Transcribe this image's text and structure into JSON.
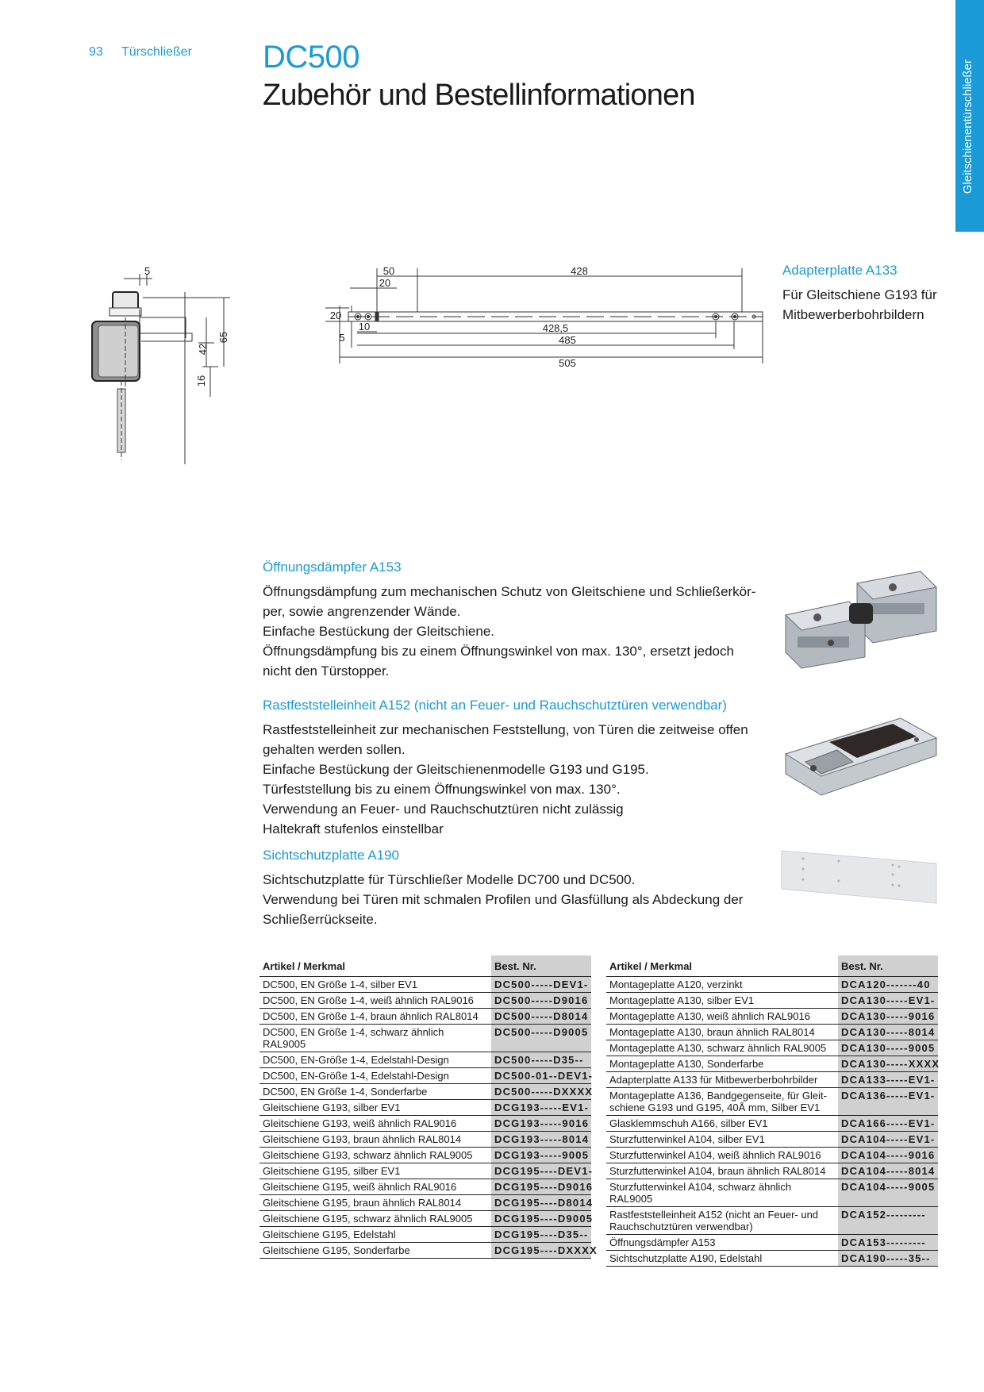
{
  "header": {
    "page_number": "93",
    "section": "Türschließer",
    "product": "DC500",
    "title": "Zubehör und Bestellinformationen",
    "side_tab": "Gleitschienentürschließer"
  },
  "drawing_left": {
    "dims": [
      "5",
      "42",
      "65",
      "16"
    ]
  },
  "drawing_right": {
    "dims": [
      "50",
      "428",
      "20",
      "20",
      "5",
      "10",
      "428,5",
      "485",
      "505"
    ]
  },
  "adapter": {
    "title": "Adapterplatte A133",
    "text": "Für Gleitschiene G193 für Mitbewerberbohrbildern"
  },
  "sections": [
    {
      "title": "Öffnungsdämpfer A153",
      "lines": [
        "Öffnungsdämpfung zum mechanischen Schutz von Gleitschiene und Schließerkör-",
        "per, sowie angrenzender Wände.",
        "Einfache Bestückung der Gleitschiene.",
        "Öffnungsdämpfung bis zu einem Öffnungswinkel von max. 130°, ersetzt jedoch",
        "nicht den Türstopper."
      ]
    },
    {
      "title": "Rastfeststelleinheit A152 (nicht an Feuer- und Rauchschutztüren verwendbar)",
      "lines": [
        "Rastfeststelleinheit zur mechanischen Feststellung, von Türen die zeitweise offen",
        "gehalten werden sollen.",
        "Einfache Bestückung der Gleitschienenmodelle G193 und G195.",
        "Türfeststellung bis zu einem Öffnungswinkel von max. 130°.",
        "Verwendung an Feuer- und Rauchschutztüren nicht zulässig",
        "Haltekraft stufenlos einstellbar"
      ]
    },
    {
      "title": "Sichtschutzplatte A190",
      "lines": [
        "Sichtschutzplatte für Türschließer Modelle DC700 und DC500.",
        "Verwendung bei Türen mit schmalen Profilen und Glasfüllung als Abdeckung der",
        "Schließerrückseite."
      ]
    }
  ],
  "table_left": {
    "headers": [
      "Artikel / Merkmal",
      "Best. Nr."
    ],
    "rows": [
      [
        "DC500, EN Größe 1-4, silber EV1",
        "DC500-----DEV1-"
      ],
      [
        "DC500, EN Größe 1-4, weiß ähnlich RAL9016",
        "DC500-----D9016"
      ],
      [
        "DC500, EN Größe 1-4, braun ähnlich RAL8014",
        "DC500-----D8014"
      ],
      [
        "DC500, EN Größe 1-4, schwarz ähnlich RAL9005",
        "DC500-----D9005"
      ],
      [
        "DC500, EN-Größe 1-4, Edelstahl-Design",
        "DC500-----D35--"
      ],
      [
        "DC500, EN-Größe 1-4, Edelstahl-Design",
        "DC500-01--DEV1-"
      ],
      [
        "DC500, EN Größe 1-4, Sonderfarbe",
        "DC500-----DXXXX"
      ],
      [
        "Gleitschiene G193, silber EV1",
        "DCG193-----EV1-"
      ],
      [
        "Gleitschiene G193, weiß ähnlich RAL9016",
        "DCG193-----9016"
      ],
      [
        "Gleitschiene G193, braun ähnlich RAL8014",
        "DCG193-----8014"
      ],
      [
        "Gleitschiene G193, schwarz ähnlich RAL9005",
        "DCG193-----9005"
      ],
      [
        "Gleitschiene G195, silber EV1",
        "DCG195----DEV1-"
      ],
      [
        "Gleitschiene G195, weiß ähnlich RAL9016",
        "DCG195----D9016"
      ],
      [
        "Gleitschiene G195, braun ähnlich RAL8014",
        "DCG195----D8014"
      ],
      [
        "Gleitschiene G195, schwarz ähnlich RAL9005",
        "DCG195----D9005"
      ],
      [
        "Gleitschiene G195, Edelstahl",
        "DCG195----D35--"
      ],
      [
        "Gleitschiene G195, Sonderfarbe",
        "DCG195----DXXXX"
      ]
    ]
  },
  "table_right": {
    "headers": [
      "Artikel / Merkmal",
      "Best. Nr."
    ],
    "rows": [
      [
        "Montageplatte A120, verzinkt",
        "DCA120-------40"
      ],
      [
        "Montageplatte A130, silber EV1",
        "DCA130-----EV1-"
      ],
      [
        "Montageplatte A130, weiß ähnlich RAL9016",
        "DCA130-----9016"
      ],
      [
        "Montageplatte A130, braun ähnlich RAL8014",
        "DCA130-----8014"
      ],
      [
        "Montageplatte A130, schwarz ähnlich RAL9005",
        "DCA130-----9005"
      ],
      [
        "Montageplatte A130, Sonderfarbe",
        "DCA130-----XXXX"
      ],
      [
        "Adapterplatte A133 für Mitbewerberbohrbilder",
        "DCA133-----EV1-"
      ],
      [
        "Montageplatte A136, Bandgegenseite, für Gleit-schiene G193 und G195, 40Å mm, Silber EV1",
        "DCA136-----EV1-"
      ],
      [
        "Glasklemmschuh A166, silber EV1",
        "DCA166-----EV1-"
      ],
      [
        "Sturzfutterwinkel A104, silber EV1",
        "DCA104-----EV1-"
      ],
      [
        "Sturzfutterwinkel A104, weiß ähnlich RAL9016",
        "DCA104-----9016"
      ],
      [
        "Sturzfutterwinkel A104, braun ähnlich RAL8014",
        "DCA104-----8014"
      ],
      [
        "Sturzfutterwinkel A104, schwarz ähnlich RAL9005",
        "DCA104-----9005"
      ],
      [
        "Rastfeststelleinheit A152 (nicht an Feuer- und Rauchschutztüren verwendbar)",
        "DCA152---------"
      ],
      [
        "Öffnungsdämpfer A153",
        "DCA153---------"
      ],
      [
        "Sichtschutzplatte A190, Edelstahl",
        "DCA190-----35--"
      ]
    ]
  },
  "colors": {
    "accent": "#1a9bd7",
    "table_nr_bg": "#d0d0d0"
  }
}
